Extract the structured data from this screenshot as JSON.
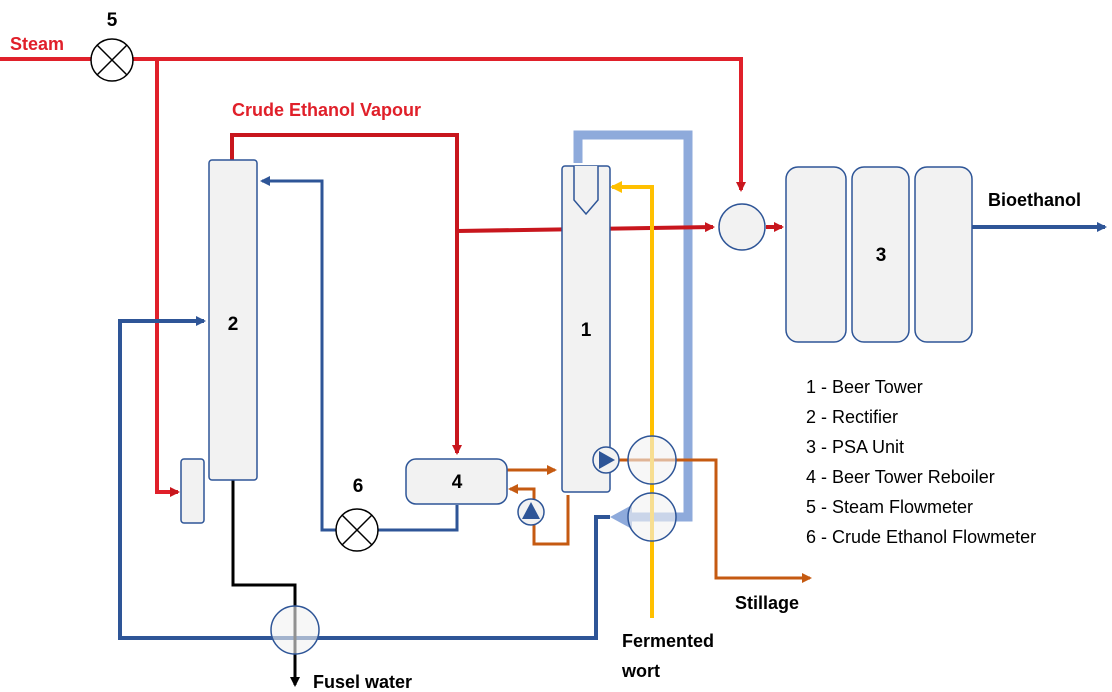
{
  "labels": {
    "steam": "Steam",
    "crude_vapour": "Crude Ethanol Vapour",
    "bioethanol": "Bioethanol",
    "stillage": "Stillage",
    "fermented_wort_line1": "Fermented",
    "fermented_wort_line2": "wort",
    "fusel_water": "Fusel water"
  },
  "unit_numbers": {
    "beer_tower": "1",
    "rectifier": "2",
    "psa_unit": "3",
    "reboiler": "4",
    "steam_flowmeter": "5",
    "crude_flowmeter": "6"
  },
  "legend": [
    "1 - Beer Tower",
    "2 - Rectifier",
    "3 - PSA Unit",
    "4 - Beer Tower Reboiler",
    "5 - Steam Flowmeter",
    "6 - Crude Ethanol Flowmeter"
  ],
  "colors": {
    "steam_red": "#e0202a",
    "dark_red": "#c8161d",
    "blue": "#2e5597",
    "light_blue": "#8eaadb",
    "orange": "#c55a11",
    "yellow": "#ffc000",
    "black": "#000000",
    "unit_fill": "#f2f2f2",
    "unit_stroke": "#2e5597"
  }
}
